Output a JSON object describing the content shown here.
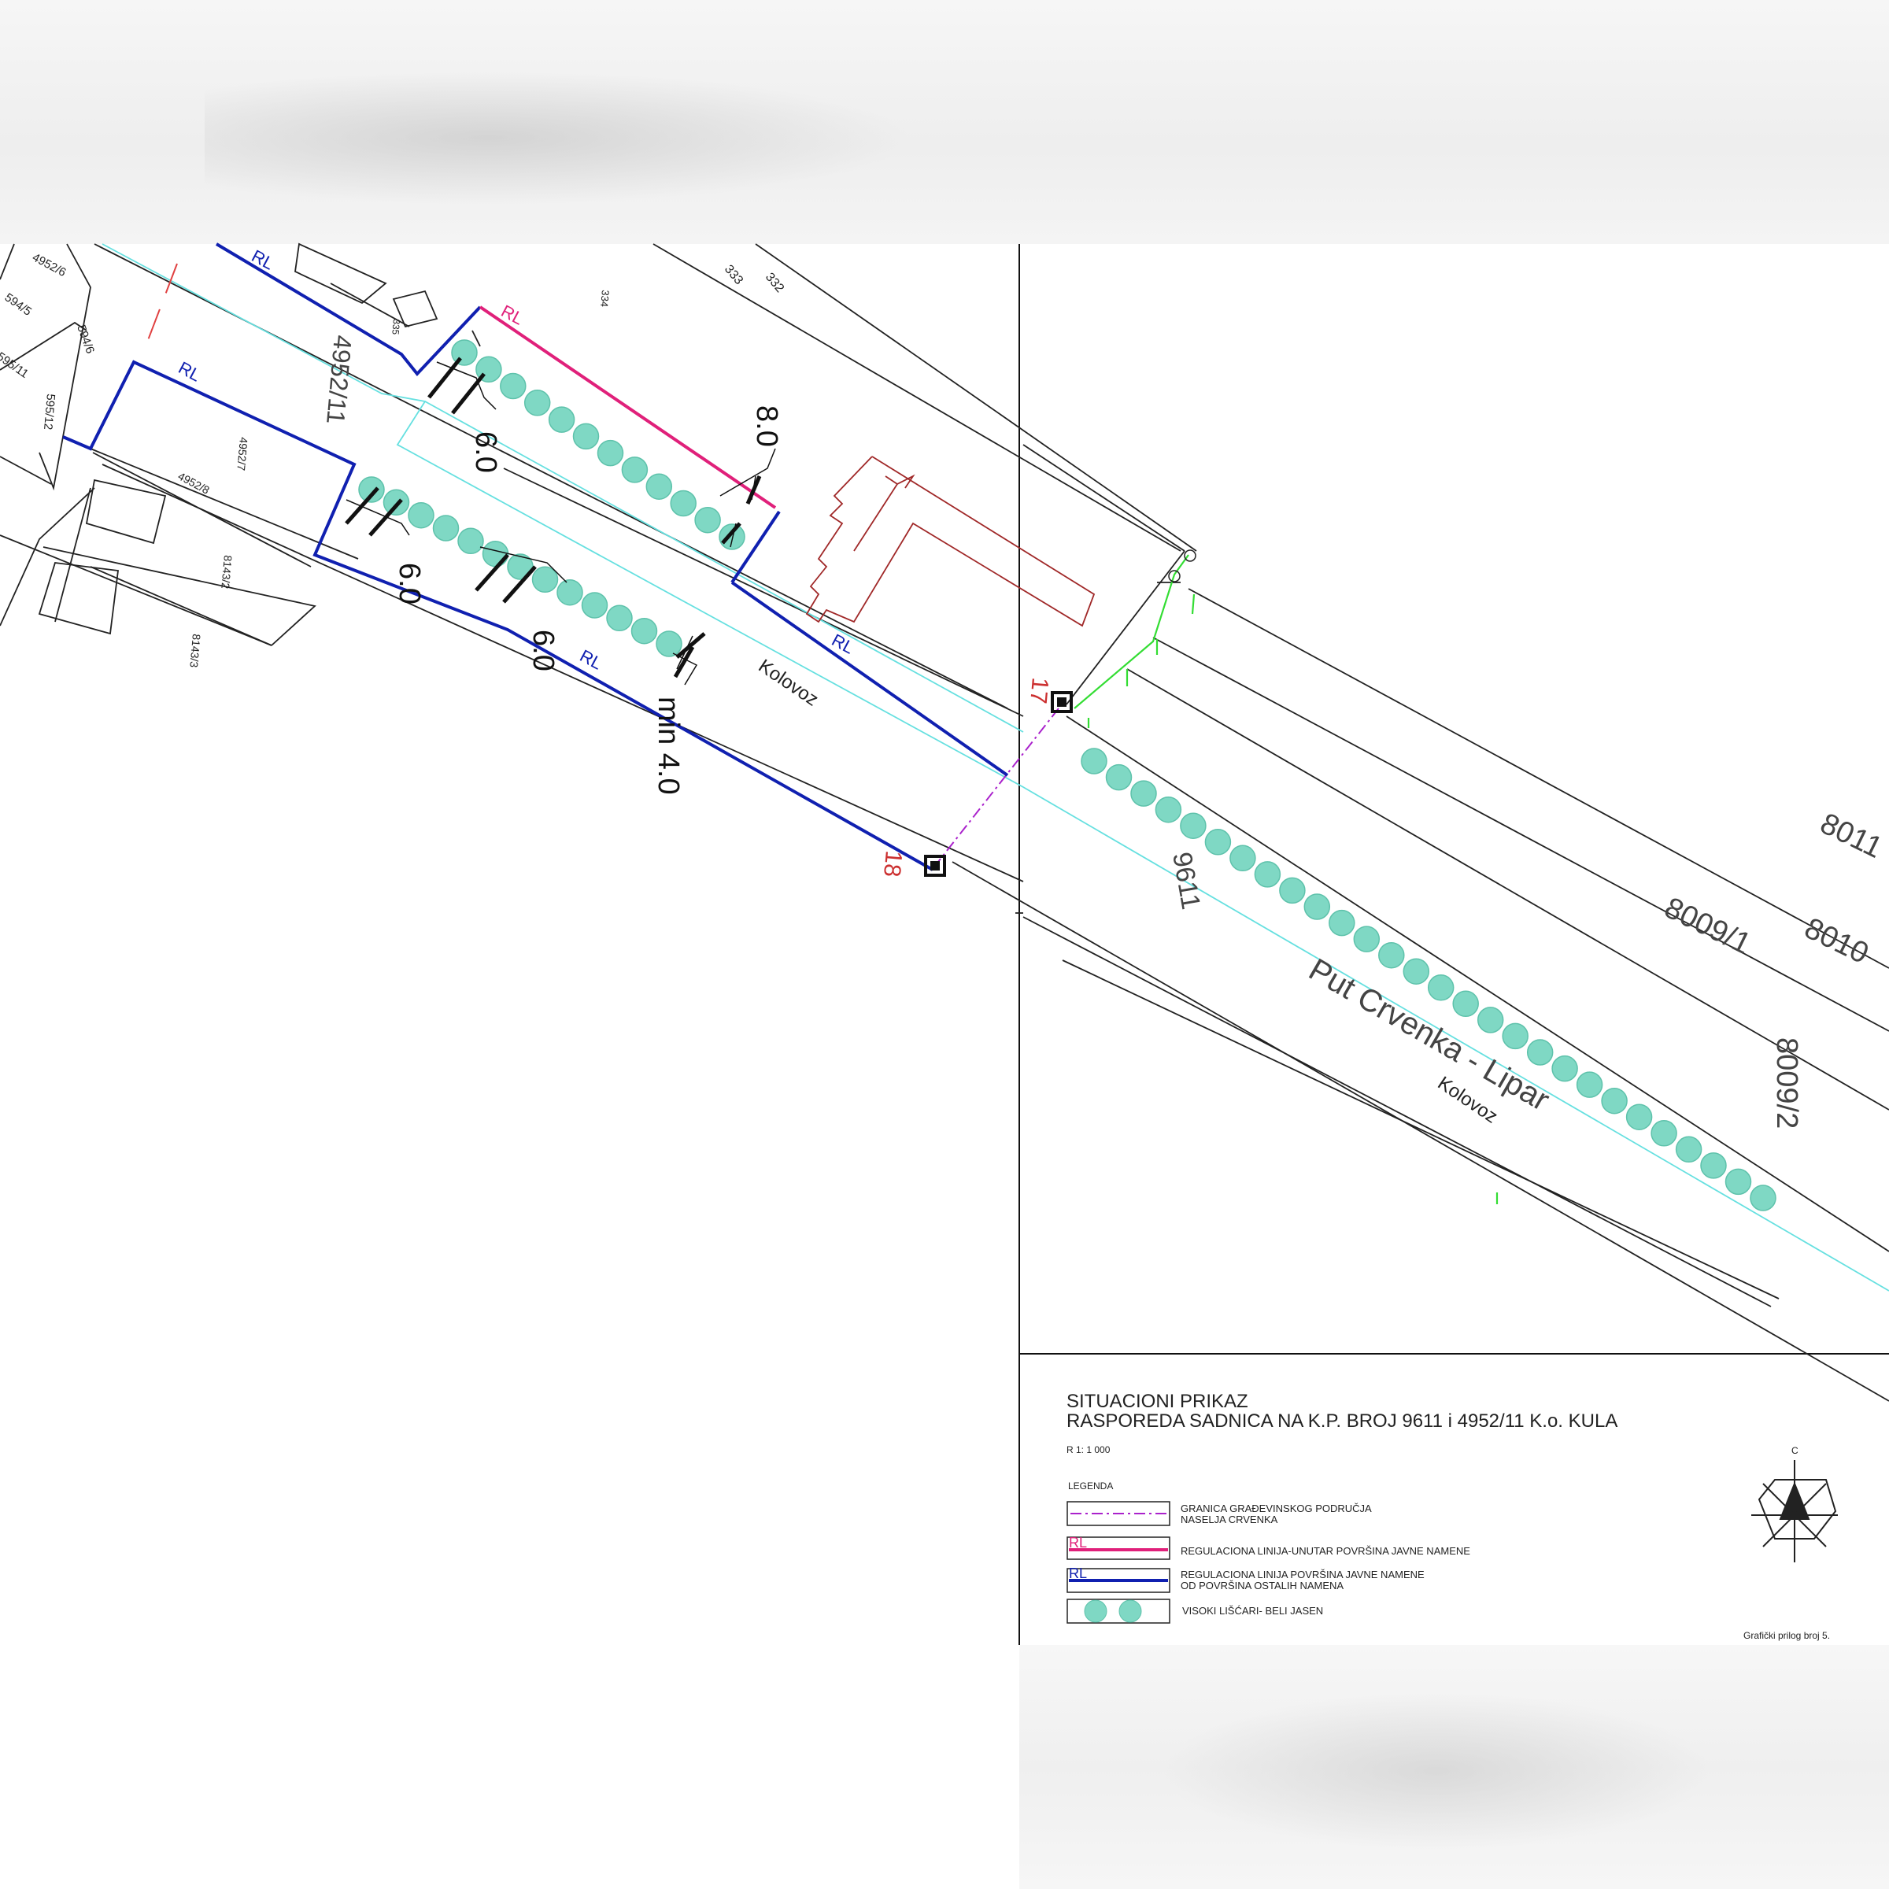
{
  "parcels": {
    "p4952_6": "4952/6",
    "p594_5": "594/5",
    "p594_6": "594/6",
    "p595_11": "595/11",
    "p595_12": "595/12",
    "p4952_7": "4952/7",
    "p4952_8": "4952/8",
    "p8143_2": "8143/2",
    "p8143_3": "8143/3",
    "p4952_11": "4952/11",
    "p335": "335",
    "p334": "334",
    "p333": "333",
    "p332": "332",
    "p9611": "9611",
    "p8011": "8011",
    "p8009_1": "8009/1",
    "p8010": "8010",
    "p8009_2": "8009/2"
  },
  "labels": {
    "rl": "RL",
    "kolovoz": "Kolovoz",
    "road_name": "Put Crvenka - Lipar",
    "point_17": "17",
    "point_18": "18"
  },
  "dimensions": {
    "d_8_0": "8.0",
    "d_6_0_a": "6.0",
    "d_6_0_b": "6.0",
    "d_6_0_c": "6.0",
    "d_min_4_0": "min 4.0"
  },
  "title_block": {
    "title_line1": "SITUACIONI PRIKAZ",
    "title_line2": "RASPOREDA SADNICA NA K.P. BROJ 9611 i 4952/11 K.o. KULA",
    "scale": "R 1: 1 000",
    "legend_heading": "LEGENDA",
    "legend_items": [
      {
        "text1": "GRANICA GRAĐEVINSKOG PODRUČJA",
        "text2": "NASELJA  CRVENKA"
      },
      {
        "symbol_text": "RL",
        "text1": "REGULACIONA LINIJA-UNUTAR POVRŠINA JAVNE NAMENE"
      },
      {
        "symbol_text": "RL",
        "text1": "REGULACIONA LINIJA POVRŠINA JAVNE NAMENE",
        "text2": "OD POVRŠINA OSTALIH NAMENA"
      },
      {
        "text1": "VISOKI LIŠĆARI- BELI JASEN"
      }
    ],
    "north_label": "C",
    "attachment": "Grafički prilog broj 5."
  },
  "colors": {
    "public_line": "#e0207a",
    "regulation_line": "#1020b0",
    "tree": "#7fd8c4",
    "tree_edge": "#5ec2ab",
    "cyan": "#66e0e0",
    "building": "#a02828",
    "green": "#33dd33",
    "purple": "#aa22cc"
  }
}
